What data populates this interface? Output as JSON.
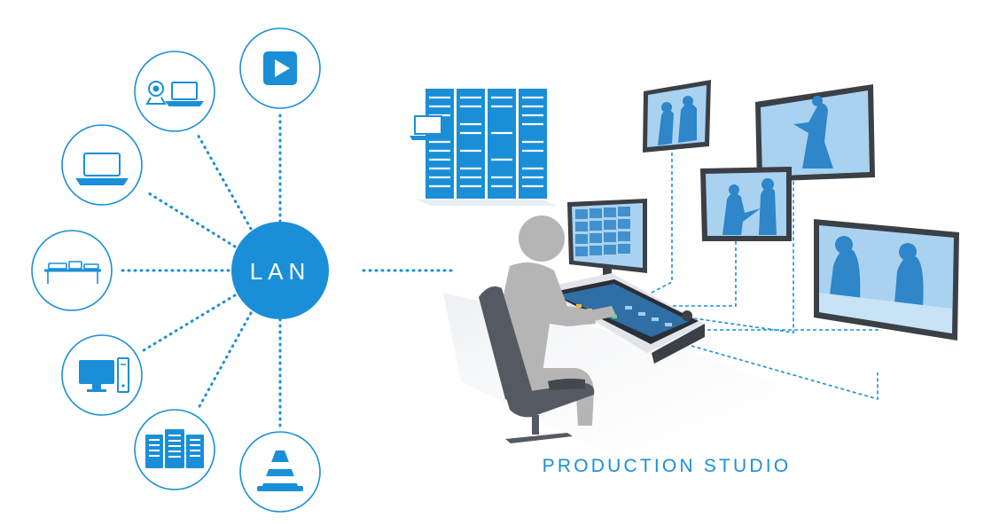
{
  "hub": {
    "label": "LAN"
  },
  "studio": {
    "label": "PRODUCTION STUDIO"
  },
  "colors": {
    "accent": "#1a8fd8",
    "accent_light": "#9fcff0",
    "screen_bg": "#a9d2f1",
    "silhouette": "#2f86c8",
    "person": "#b5b5b5",
    "chair": "#555a62",
    "monitor_frame": "#3b3f46"
  },
  "nodes": [
    {
      "id": "media-player",
      "icon": "play-button-icon"
    },
    {
      "id": "webcam-laptop",
      "icon": "webcam-laptop-icon"
    },
    {
      "id": "laptop",
      "icon": "laptop-icon"
    },
    {
      "id": "switcher-desk",
      "icon": "desk-icon"
    },
    {
      "id": "desktop-pc",
      "icon": "desktop-computer-icon"
    },
    {
      "id": "server-rack",
      "icon": "servers-icon"
    },
    {
      "id": "vlc",
      "icon": "traffic-cone-icon"
    }
  ]
}
